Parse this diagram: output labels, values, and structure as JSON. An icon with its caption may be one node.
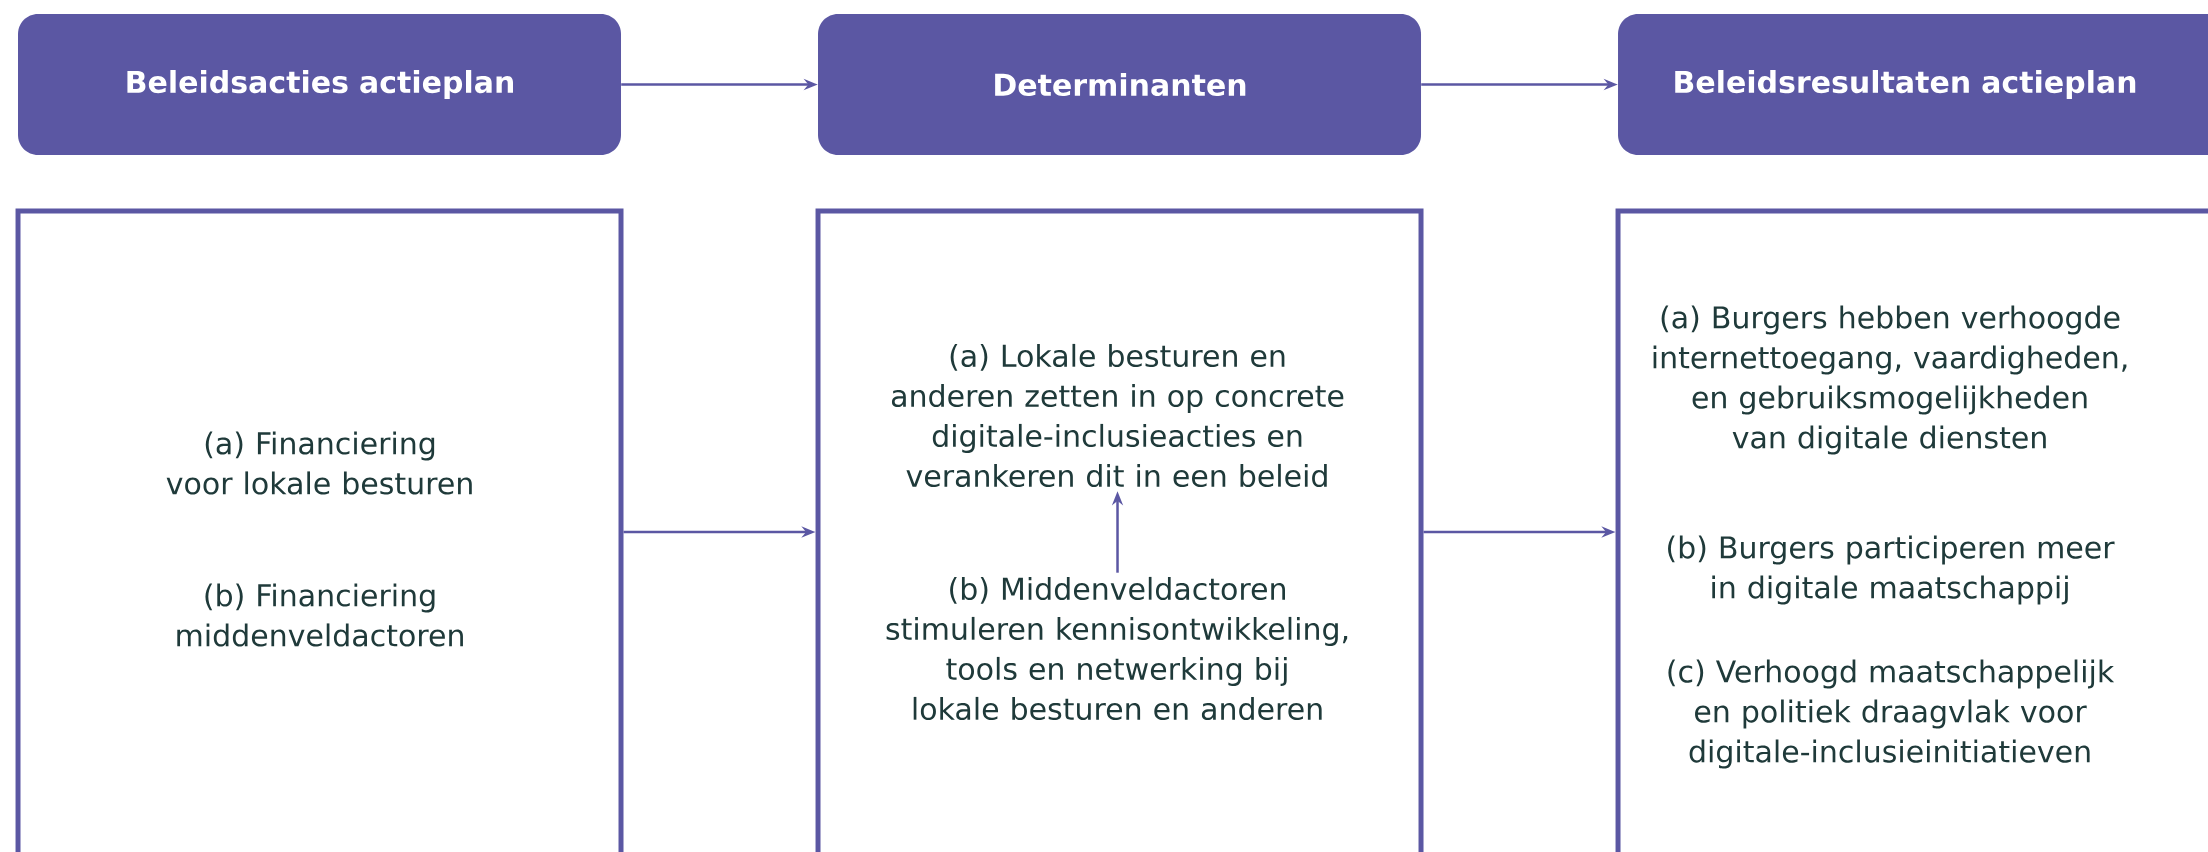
{
  "diagram": {
    "nodes": [
      {
        "text": [
          "Beleidsacties  actieplan"
        ]
      },
      {
        "text": [
          "Determinanten"
        ]
      },
      {
        "text": [
          "Beleidsresultaten  actieplan"
        ]
      },
      {
        "text": [
          "(a) Financiering voor lokale besturen",
          "(b) Financiering middenveldactoren"
        ]
      },
      {
        "text": [],
        "shape": "box"
      },
      {
        "text": [
          "(a) Lokale besturen en anderen zetten in op concrete digitale-inclusieacties en verankeren dit in een beleid"
        ],
        "in": 4
      },
      {
        "text": [
          "(b) Middenveldactoren stimuleren kennisontwikkeling, tools en netwerking bij lokale besturen en anderen"
        ],
        "in": 4
      },
      {
        "text": [
          "(a) Burgers hebben verhoogde internettoegang, vaardigheden, en gebruiksmogelijkheden van digitale diensten",
          "(b) Burgers participeren meer in digitale maatschappij",
          "(c) Verhoogd maatschappelijk en politiek draagvlak voor digitale-inclusieinitiatieven"
        ]
      }
    ],
    "edges": [
      {
        "from": 0,
        "to": 1,
        "arrow": "to"
      },
      {
        "from": 1,
        "to": 2,
        "arrow": "to"
      },
      {
        "from": 3,
        "to": 4,
        "arrow": "to"
      },
      {
        "from": 4,
        "to": 7,
        "arrow": "to"
      },
      {
        "from": 6,
        "to": 5,
        "arrow": "to"
      }
    ]
  }
}
